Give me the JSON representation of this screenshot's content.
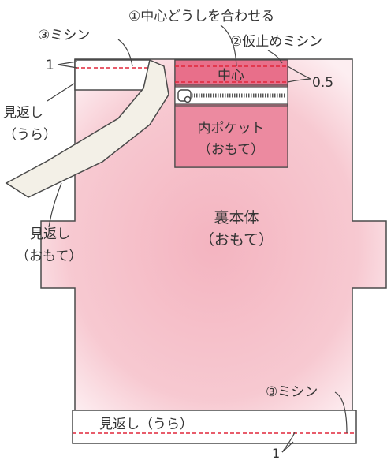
{
  "labels": {
    "step1": "①中心どうしを合わせる",
    "step2": "②仮止めミシン",
    "step3_top": "③ミシン",
    "step3_bottom": "③ミシン",
    "num_one_top": "1",
    "num_one_bottom": "1",
    "num_half": "0.5",
    "center": "中心",
    "inner_pocket_l1": "内ポケット",
    "inner_pocket_l2": "（おもて）",
    "facing_back_l1": "見返し",
    "facing_back_l2": "（うら）",
    "facing_front_l1": "見返し",
    "facing_front_l2": "（おもて）",
    "body_l1": "裏本体",
    "body_l2": "（おもて）",
    "bottom_facing": "見返し（うら）"
  },
  "colors": {
    "body_fill": "#f8d7dc",
    "body_glow": "#f4b4c0",
    "pocket_fill": "#ec8aa0",
    "center_fill": "#e86f8a",
    "facing_fill": "#f3f0e7",
    "white_band": "#ffffff",
    "outline": "#4a4a4a",
    "stitch": "#e0263a"
  }
}
